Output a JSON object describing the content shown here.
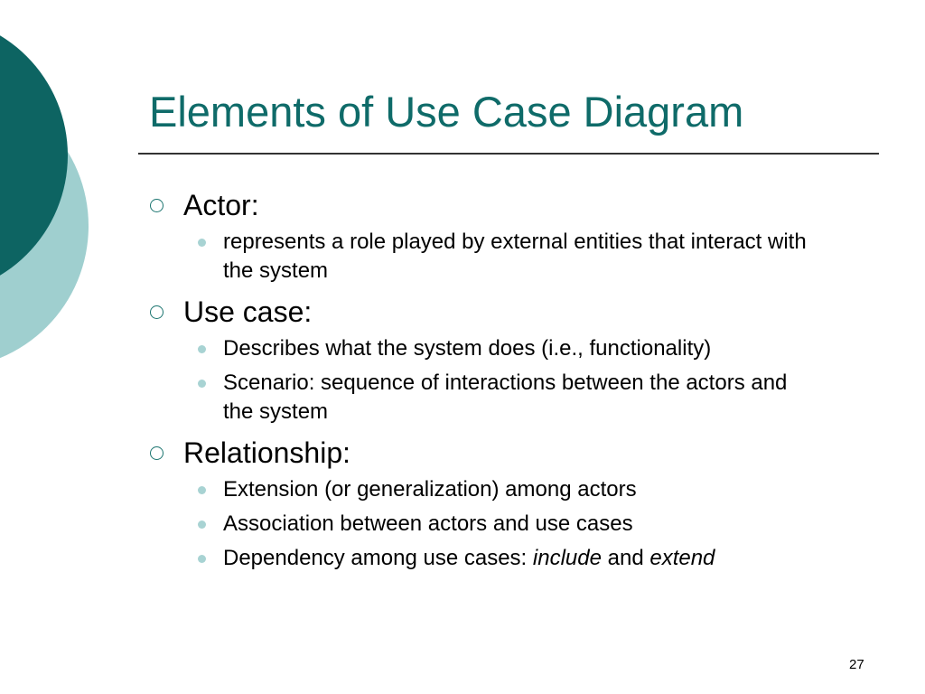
{
  "slide": {
    "title": "Elements of Use Case Diagram",
    "page_number": "27"
  },
  "sections": [
    {
      "heading": "Actor:",
      "items": [
        {
          "text": "represents a role played by external entities that interact with the system"
        }
      ]
    },
    {
      "heading": "Use case:",
      "items": [
        {
          "text": "Describes what the system does (i.e., functionality)"
        },
        {
          "text": "Scenario: sequence of interactions between the actors and the system"
        }
      ]
    },
    {
      "heading": "Relationship:",
      "items": [
        {
          "text": "Extension (or generalization) among actors"
        },
        {
          "text": "Association between actors and use cases"
        }
      ],
      "dependency_item": {
        "prefix": "Dependency among use cases: ",
        "emph1": "include",
        "middle": " and ",
        "emph2": "extend"
      }
    }
  ],
  "colors": {
    "title": "#0f6b69",
    "dark_circle": "#0d6462",
    "light_circle": "#9fcfcf",
    "bullet_outline": "#1c7570",
    "sub_bullet": "#a8d3d3"
  }
}
